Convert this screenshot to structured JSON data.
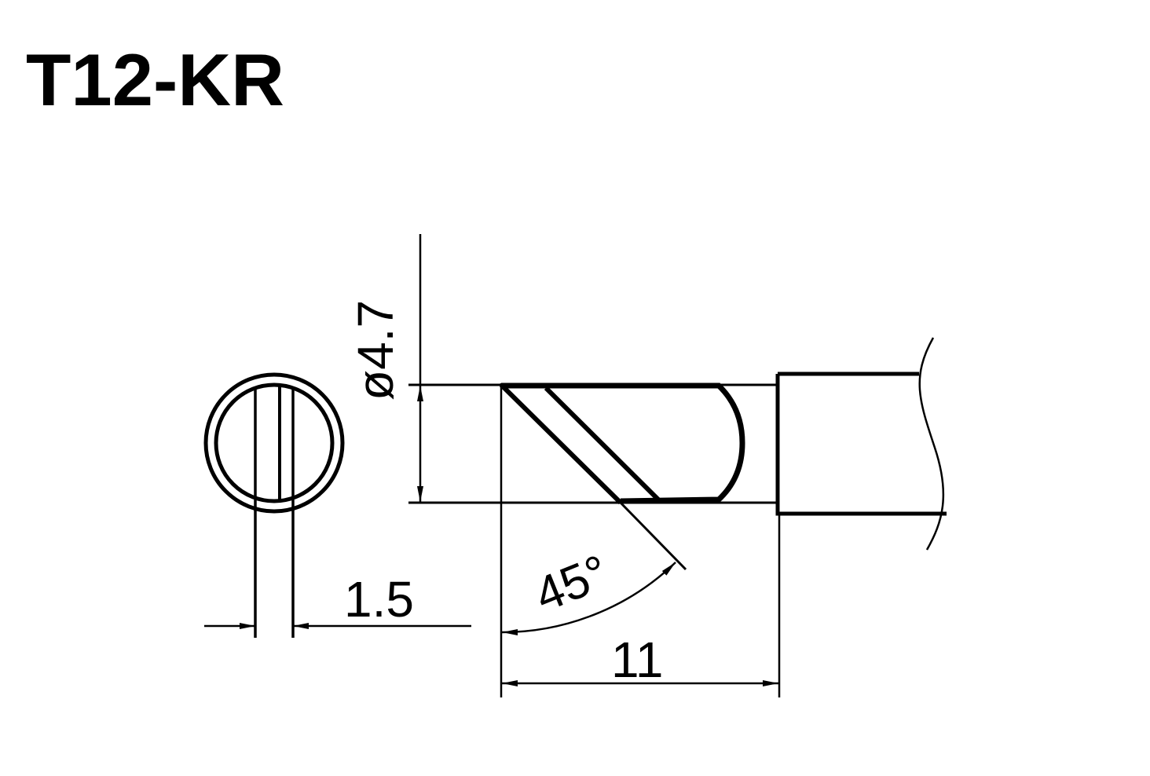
{
  "title": "T12-KR",
  "dimensions": {
    "diameter": "ø4.7",
    "flat_width": "1.5",
    "angle": "45°",
    "length": "11"
  },
  "colors": {
    "line": "#000000",
    "background": "#ffffff"
  }
}
